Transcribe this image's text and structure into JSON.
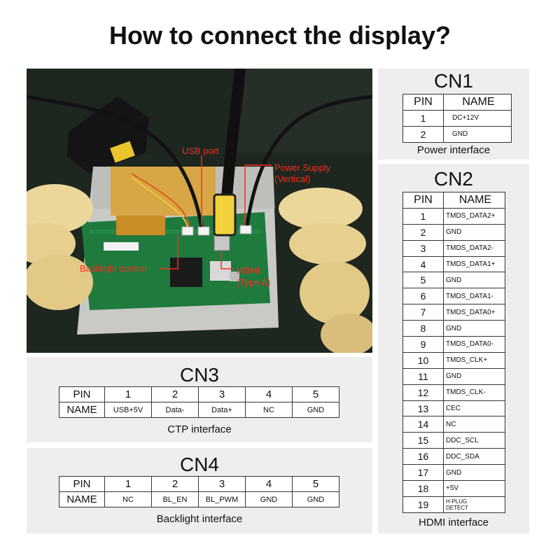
{
  "title": "How to connect the display?",
  "photo": {
    "labels": {
      "usb_port": "USB port",
      "power_supply_line1": "Power Supply",
      "power_supply_line2": "(Vertical)",
      "backlight_control": "Backlight control",
      "hdmi_line1": "HDMI",
      "hdmi_line2": "(Type A)"
    },
    "colors": {
      "label_color": "#ff2a1f",
      "pcb_green": "#1f7a3e",
      "fpc_orange": "#d9a43a"
    }
  },
  "cn1": {
    "title": "CN1",
    "header": {
      "pin": "PIN",
      "name": "NAME"
    },
    "rows": [
      {
        "pin": "1",
        "name": "DC+12V"
      },
      {
        "pin": "2",
        "name": "GND"
      }
    ],
    "caption": "Power interface"
  },
  "cn2": {
    "title": "CN2",
    "header": {
      "pin": "PIN",
      "name": "NAME"
    },
    "rows": [
      {
        "pin": "1",
        "name": "TMDS_DATA2+"
      },
      {
        "pin": "2",
        "name": "GND"
      },
      {
        "pin": "3",
        "name": "TMDS_DATA2-"
      },
      {
        "pin": "4",
        "name": "TMDS_DATA1+"
      },
      {
        "pin": "5",
        "name": "GND"
      },
      {
        "pin": "6",
        "name": "TMDS_DATA1-"
      },
      {
        "pin": "7",
        "name": "TMDS_DATA0+"
      },
      {
        "pin": "8",
        "name": "GND"
      },
      {
        "pin": "9",
        "name": "TMDS_DATA0-"
      },
      {
        "pin": "10",
        "name": "TMDS_CLK+"
      },
      {
        "pin": "11",
        "name": "GND"
      },
      {
        "pin": "12",
        "name": "TMDS_CLK-"
      },
      {
        "pin": "13",
        "name": "CEC"
      },
      {
        "pin": "14",
        "name": "NC"
      },
      {
        "pin": "15",
        "name": "DDC_SCL"
      },
      {
        "pin": "16",
        "name": "DDC_SDA"
      },
      {
        "pin": "17",
        "name": "GND"
      },
      {
        "pin": "18",
        "name": "+5V"
      },
      {
        "pin": "19",
        "name_line1": "H-PLUG",
        "name_line2": "DETECT"
      }
    ],
    "caption": "HDMI interface"
  },
  "cn3": {
    "title": "CN3",
    "pin_label": "PIN",
    "name_label": "NAME",
    "pins": [
      "1",
      "2",
      "3",
      "4",
      "5"
    ],
    "names": [
      "USB+5V",
      "Data-",
      "Data+",
      "NC",
      "GND"
    ],
    "caption": "CTP interface"
  },
  "cn4": {
    "title": "CN4",
    "pin_label": "PIN",
    "name_label": "NAME",
    "pins": [
      "1",
      "2",
      "3",
      "4",
      "5"
    ],
    "names": [
      "NC",
      "BL_EN",
      "BL_PWM",
      "GND",
      "GND"
    ],
    "caption": "Backlight interface"
  }
}
